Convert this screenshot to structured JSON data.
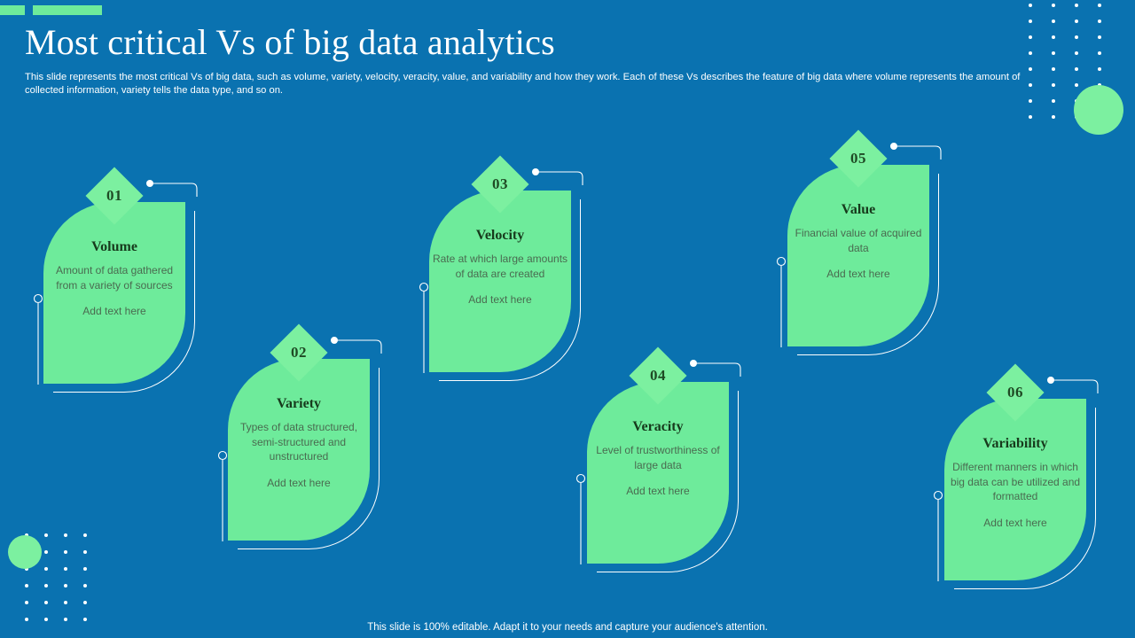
{
  "slide": {
    "title": "Most critical Vs of big data analytics",
    "subtitle": "This slide represents the most critical Vs of big data, such as volume, variety,  velocity, veracity,  value,  and variability and how they work. Each of these Vs describes the feature of big data where volume represents the amount of collected information, variety tells the data type,  and so on.",
    "footer": "This slide is 100% editable. Adapt it to your needs and capture your audience's attention."
  },
  "colors": {
    "background": "#0a72b0",
    "card_green": "#6eeb9b",
    "diamond_green": "#7cf0a0",
    "heading_text": "#173a1c",
    "body_text": "#4a6b50",
    "outline": "#ffffff"
  },
  "cards": [
    {
      "number": "01",
      "heading": "Volume",
      "description": "Amount of data gathered from a variety of sources",
      "add_text": "Add text here"
    },
    {
      "number": "02",
      "heading": "Variety",
      "description": "Types of data structured, semi-structured and unstructured",
      "add_text": "Add text here"
    },
    {
      "number": "03",
      "heading": "Velocity",
      "description": "Rate at which  large amounts of data are created",
      "add_text": "Add text here"
    },
    {
      "number": "04",
      "heading": "Veracity",
      "description": "Level of trustworthiness of large data",
      "add_text": "Add text here"
    },
    {
      "number": "05",
      "heading": "Value",
      "description": "Financial value of acquired data",
      "add_text": "Add text here"
    },
    {
      "number": "06",
      "heading": "Variability",
      "description": "Different manners in which  big data can be utilized  and formatted",
      "add_text": "Add text here"
    }
  ]
}
